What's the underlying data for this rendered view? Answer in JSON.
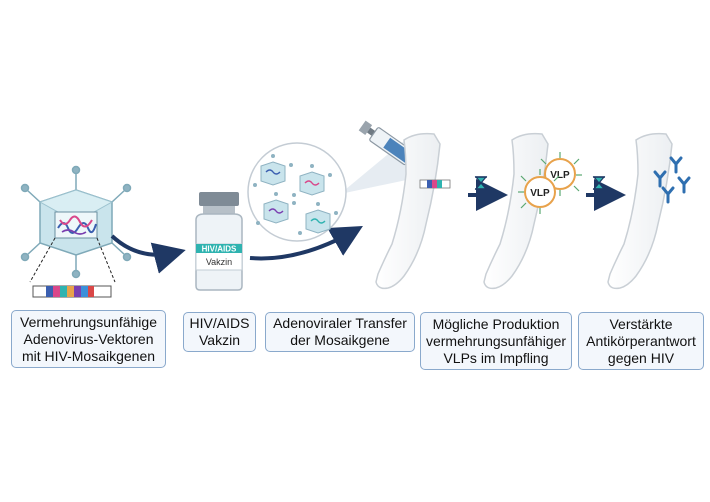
{
  "steps": [
    {
      "lines": [
        "Vermehrungsunfähige",
        "Adenovirus-Vektoren",
        "mit HIV-Mosaikgenen"
      ]
    },
    {
      "lines": [
        "HIV/AIDS",
        "Vakzin"
      ]
    },
    {
      "lines": [
        "Adenoviraler Transfer",
        "der Mosaikgene"
      ]
    },
    {
      "lines": [
        "Mögliche Produktion",
        "vermehrungsunfähiger",
        "VLPs im Impfling"
      ]
    },
    {
      "lines": [
        "Verstärkte",
        "Antikörperantwort",
        "gegen HIV"
      ]
    }
  ],
  "vial": {
    "label_title": "HIV/AIDS",
    "label_sub": "Vakzin"
  },
  "vlp_labels": [
    "VLP",
    "VLP"
  ],
  "icons": [
    "adenovirus-icon",
    "vial-icon",
    "syringe-icon",
    "arm-icon",
    "hourglass-icon",
    "vlp-icon",
    "antibody-icon",
    "arrow-icon"
  ],
  "colors": {
    "arrow": "#1f3864",
    "virus_fill": "#c9e4ec",
    "virus_stroke": "#7fa9b8",
    "box_border": "#8aa9cc",
    "box_fill": "#f3f7fc",
    "vial_label": "#2fb3b0",
    "vlp_ring": "#e8a24b",
    "antibody": "#2f6fb0",
    "hourglass": "#1f3864"
  }
}
